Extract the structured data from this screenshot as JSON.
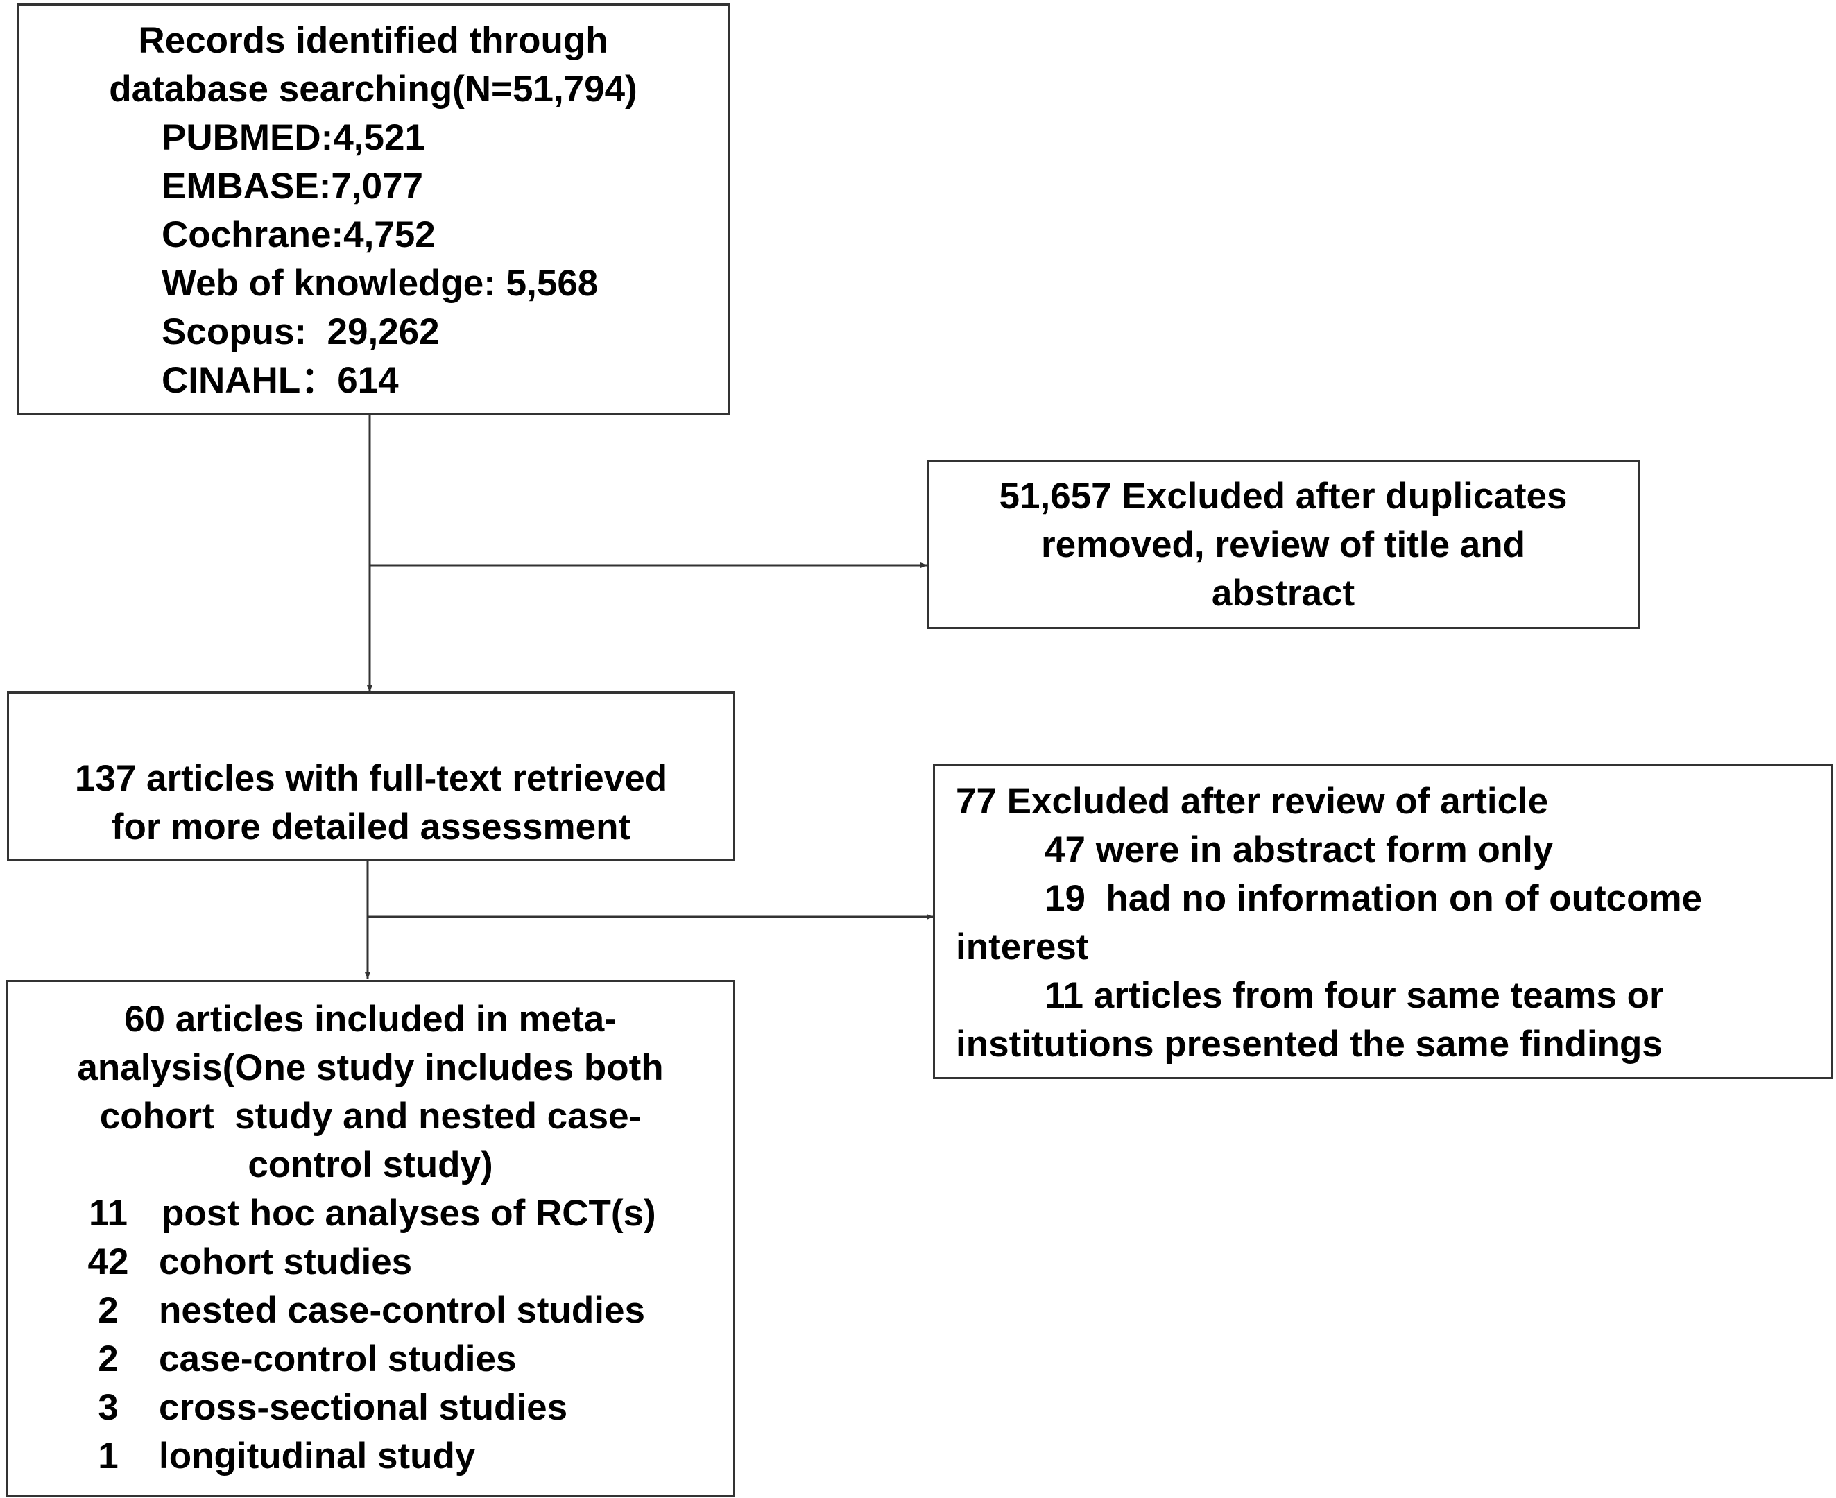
{
  "records_box": {
    "title_lines": [
      "Records identified through",
      "database searching(N=51,794)"
    ],
    "sources": [
      "PUBMED:4,521",
      "EMBASE:7,077",
      "Cochrane:4,752",
      "Web of knowledge: 5,568",
      "Scopus:  29,262",
      "CINAHL：614"
    ]
  },
  "excluded_duplicates_box": {
    "lines": [
      "51,657 Excluded after duplicates",
      "removed, review of title and",
      "abstract"
    ]
  },
  "fulltext_box": {
    "lines": [
      "137 articles with full-text retrieved",
      "for more detailed assessment"
    ]
  },
  "excluded_review_box": {
    "lines": [
      "77 Excluded after review of article",
      "47 were in abstract form only",
      "19  had no information on of outcome",
      "interest",
      "11 articles from four same teams or",
      "institutions presented the same findings"
    ]
  },
  "included_box": {
    "title_lines": [
      "60 articles included in meta-",
      "analysis(One study includes both",
      "cohort  study and nested case-",
      "control study)"
    ],
    "study_types": [
      {
        "count": "11",
        "label": "post hoc analyses of RCT(s)"
      },
      {
        "count": "42",
        "label": "cohort studies"
      },
      {
        "count": "2",
        "label": "nested case-control studies"
      },
      {
        "count": "2",
        "label": "case-control studies"
      },
      {
        "count": "3",
        "label": "cross-sectional studies"
      },
      {
        "count": "1",
        "label": "longitudinal study"
      }
    ]
  }
}
